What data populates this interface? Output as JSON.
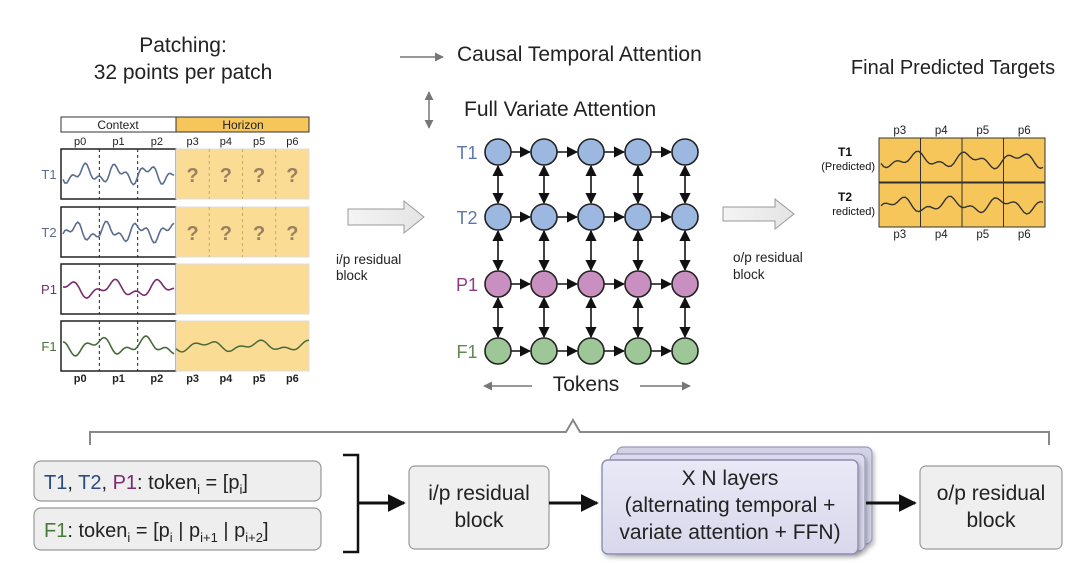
{
  "patching": {
    "title_line1": "Patching:",
    "title_line2": "32 points per patch",
    "context_label": "Context",
    "horizon_label": "Horizon",
    "patch_labels": [
      "p0",
      "p1",
      "p2",
      "p3",
      "p4",
      "p5",
      "p6"
    ],
    "question_mark": "?",
    "rows": [
      {
        "label": "T1",
        "color": "#5a6d8f",
        "unknown_horizon": true
      },
      {
        "label": "T2",
        "color": "#5a6d8f",
        "unknown_horizon": true
      },
      {
        "label": "P1",
        "color": "#7a2a6e",
        "unknown_horizon": false
      },
      {
        "label": "F1",
        "color": "#4a6a3a",
        "unknown_horizon": false
      }
    ]
  },
  "attention": {
    "temporal_label": "Causal Temporal Attention",
    "variate_label": "Full Variate Attention",
    "tokens_label": "Tokens",
    "rows": [
      {
        "label": "T1",
        "label_color": "#5b79b0",
        "fill": "#9db8e0"
      },
      {
        "label": "T2",
        "label_color": "#5b79b0",
        "fill": "#9db8e0"
      },
      {
        "label": "P1",
        "label_color": "#8e3a86",
        "fill": "#c98fc0"
      },
      {
        "label": "F1",
        "label_color": "#5f8a4f",
        "fill": "#9dc796"
      }
    ]
  },
  "mid_labels": {
    "ip_line1": "i/p residual",
    "ip_line2": "block",
    "op_line1": "o/p residual",
    "op_line2": "block"
  },
  "targets": {
    "title": "Final Predicted Targets",
    "patch_labels": [
      "p3",
      "p4",
      "p5",
      "p6"
    ],
    "rows": [
      {
        "label": "T1",
        "sublabel": "(Predicted)"
      },
      {
        "label": "T2",
        "sublabel": "redicted)"
      }
    ]
  },
  "pipeline": {
    "token_box1": {
      "names": [
        "T1",
        ", ",
        "T2",
        ", ",
        "P1"
      ],
      "name_colors": [
        "#2b4a7e",
        "#222222",
        "#2b4a7e",
        "#222222",
        "#7a2a6e"
      ],
      "rest": ": token",
      "subscript": "i",
      "formula_open": " = [p",
      "formula_sub": "i",
      "formula_close": "]"
    },
    "token_box2": {
      "name": "F1",
      "name_color": "#4a7a3a",
      "rest": ": token",
      "subscript": "i",
      "parts": [
        " = [p",
        "i",
        " | p",
        "i+1",
        " | p",
        "i+2",
        "]"
      ]
    },
    "ip_block_line1": "i/p residual",
    "ip_block_line2": "block",
    "layers_line1": "X N layers",
    "layers_line2": "(alternating temporal +",
    "layers_line3": "variate attention + FFN)",
    "op_block_line1": "o/p residual",
    "op_block_line2": "block"
  }
}
